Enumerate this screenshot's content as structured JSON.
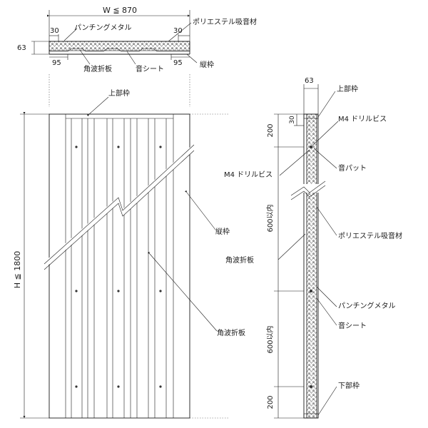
{
  "top_view": {
    "width_label": "W ≦ 870",
    "height_label": "63",
    "edge_left_label": "30",
    "edge_right_label": "30",
    "foot_left_label": "95",
    "foot_right_label": "95",
    "callout_punching": "パンチングメタル",
    "callout_polyester": "ポリエステル吸音材",
    "callout_corrugated": "角波折板",
    "callout_sound_sheet": "音シート",
    "callout_frame": "縦枠"
  },
  "front_view": {
    "height_label": "H ≦ 1800",
    "callout_top_frame": "上部枠",
    "callout_vertical_frame": "縦枠",
    "callout_corrugated": "角波折板"
  },
  "section_view": {
    "thickness_label": "63",
    "dim_200_top": "200",
    "dim_30": "30",
    "dim_600_upper": "600以内",
    "dim_600_lower": "600以内",
    "dim_200_bottom": "200",
    "callout_top_frame": "上部枠",
    "callout_m4_right": "M4 ドリルビス",
    "callout_m4_left": "M4 ドリルビス",
    "callout_sound_pad": "音パット",
    "callout_polyester": "ポリエステル吸音材",
    "callout_corrugated": "角波折板",
    "callout_punching": "パンチングメタル",
    "callout_sound_sheet": "音シート",
    "callout_bottom_frame": "下部枠"
  }
}
